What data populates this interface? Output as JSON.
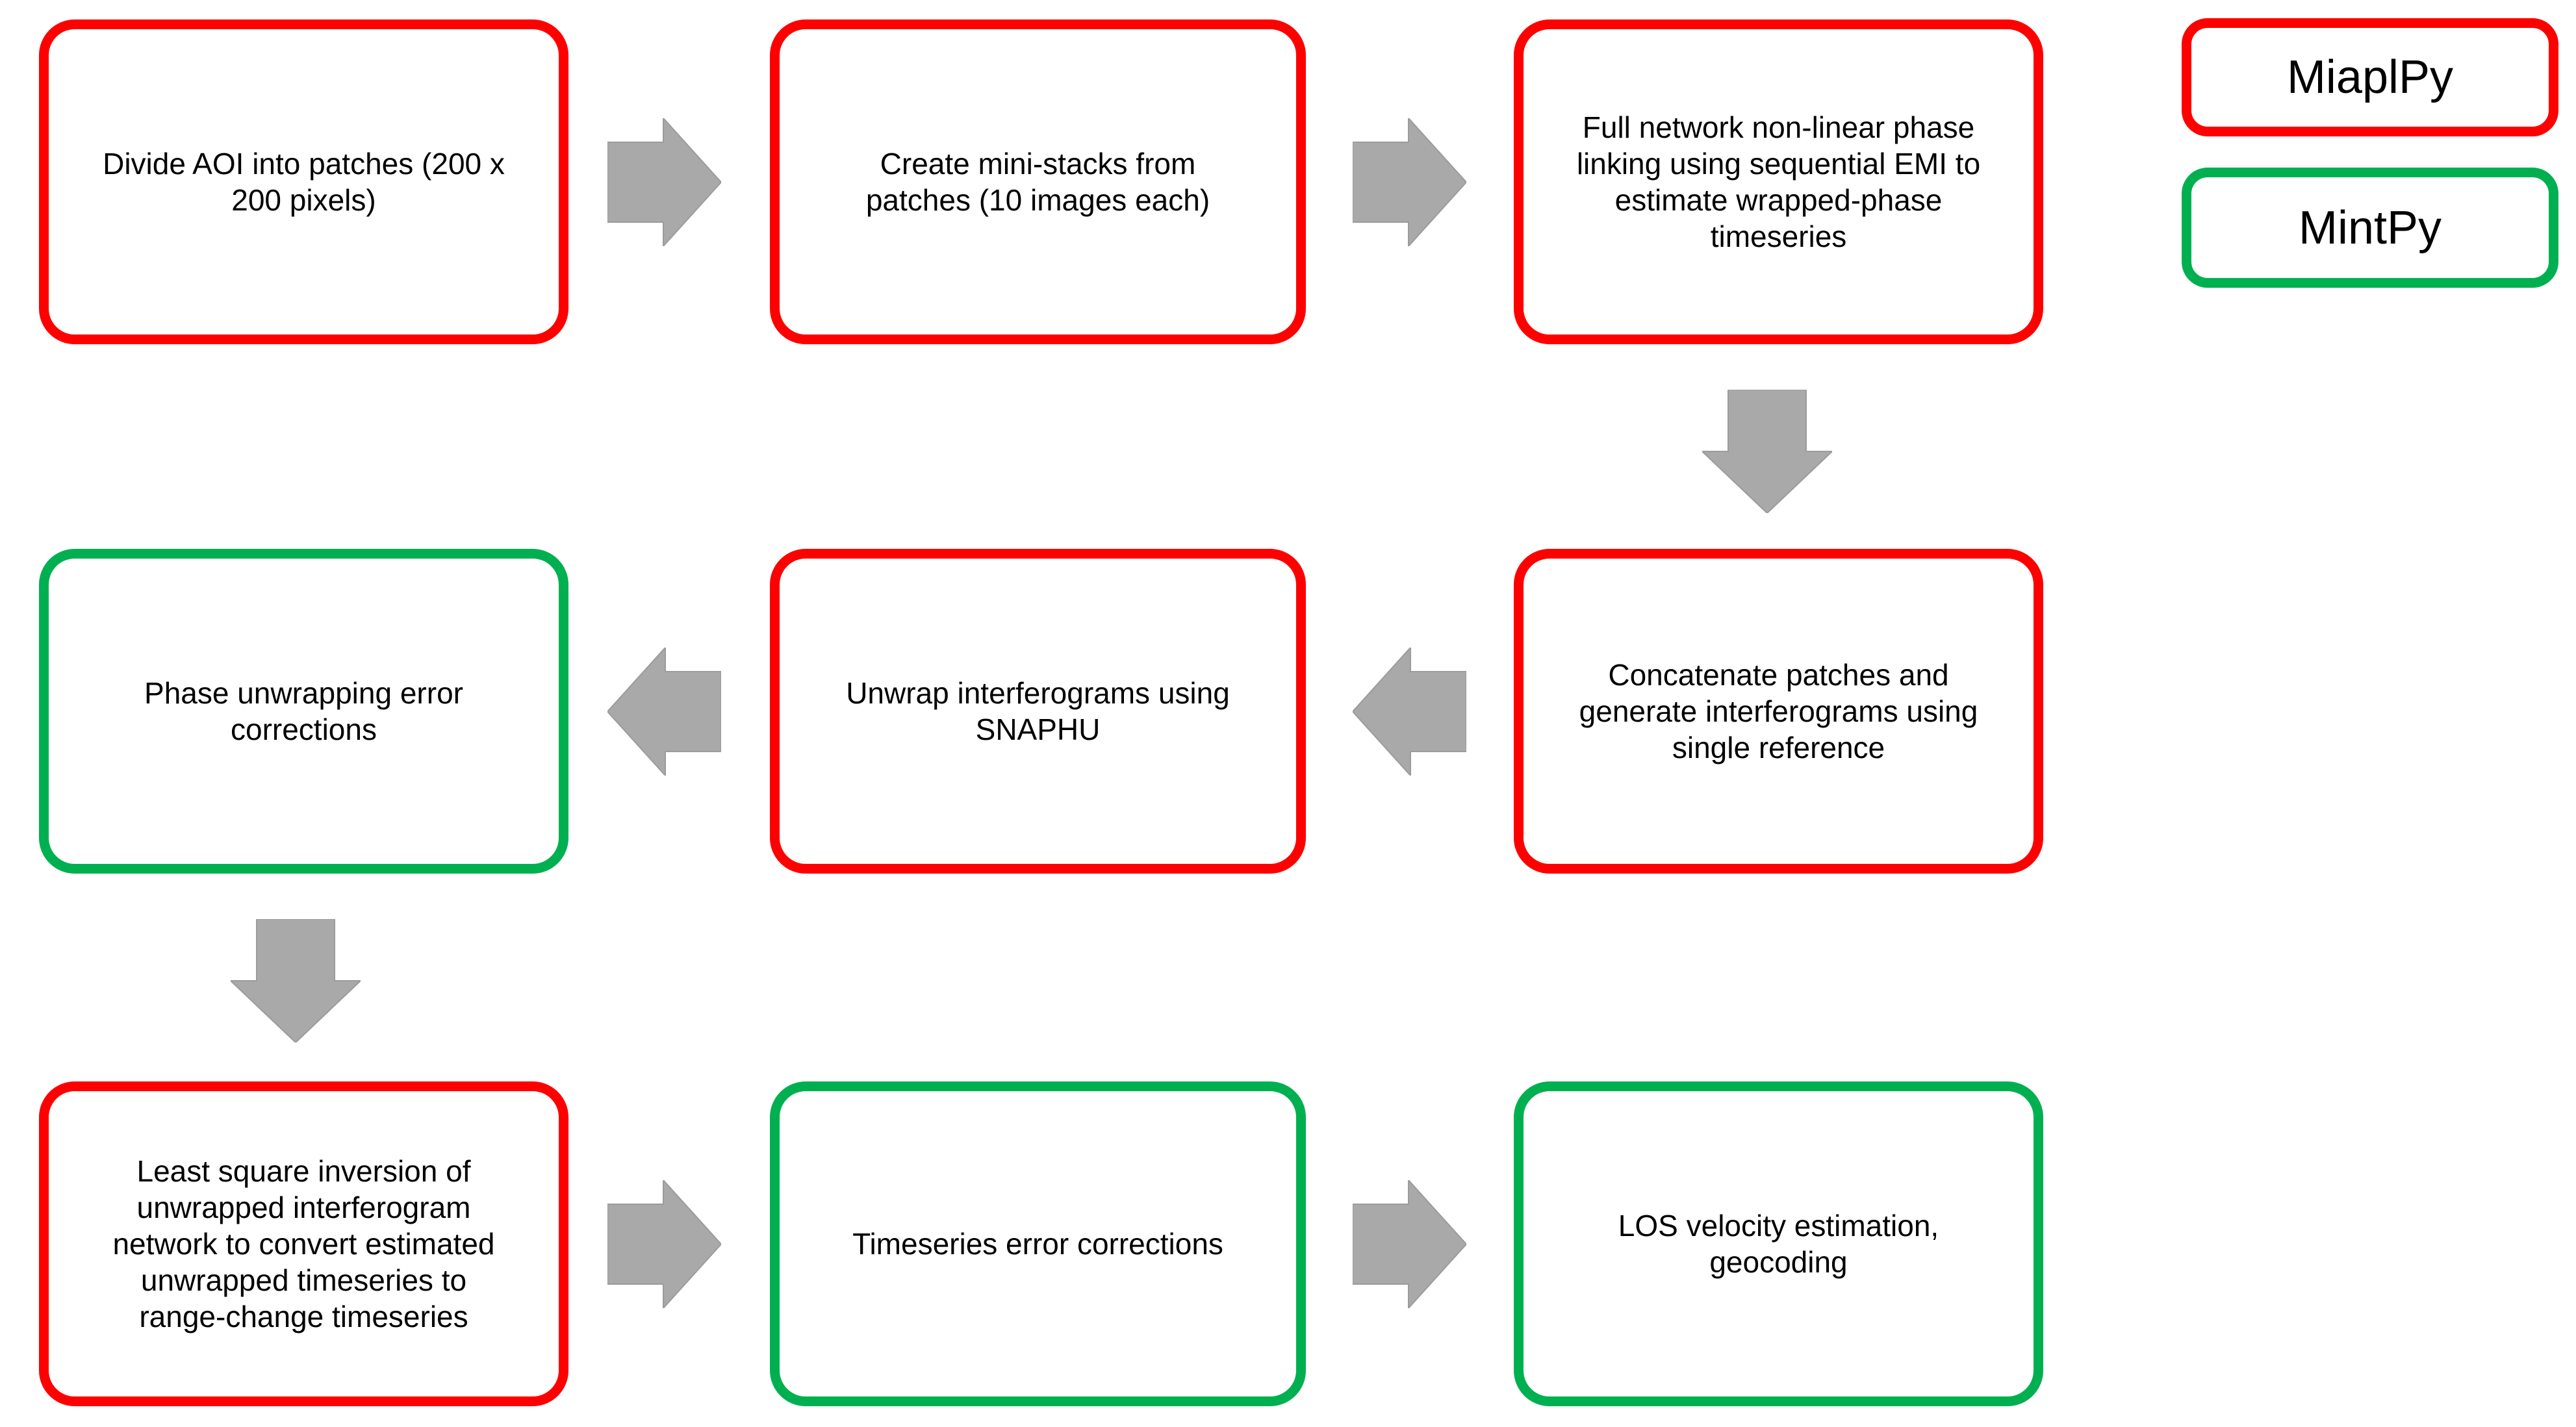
{
  "colors": {
    "miaplpy": "#fe0000",
    "mintpy": "#00b050",
    "arrow": "#a9a9a9",
    "text": "#000000",
    "background": "#ffffff"
  },
  "legend": {
    "miaplpy_label": "MiaplPy",
    "mintpy_label": "MintPy"
  },
  "steps": [
    {
      "id": "divide-aoi",
      "tool": "MiaplPy",
      "text": "Divide AOI into patches (200 x\n200 pixels)"
    },
    {
      "id": "create-ministacks",
      "tool": "MiaplPy",
      "text": "Create mini-stacks from\npatches (10 images each)"
    },
    {
      "id": "phase-linking",
      "tool": "MiaplPy",
      "text": "Full network non-linear phase\nlinking using sequential EMI to\nestimate wrapped-phase\ntimeseries"
    },
    {
      "id": "concatenate-patches",
      "tool": "MiaplPy",
      "text": "Concatenate patches and\ngenerate interferograms using\nsingle reference"
    },
    {
      "id": "unwrap-snaphu",
      "tool": "MiaplPy",
      "text": "Unwrap interferograms using\nSNAPHU"
    },
    {
      "id": "phase-unwrapping-error-corrections",
      "tool": "MintPy",
      "text": "Phase unwrapping error\ncorrections"
    },
    {
      "id": "least-square-inversion",
      "tool": "MiaplPy",
      "text": "Least square inversion of\nunwrapped interferogram\nnetwork to convert estimated\nunwrapped timeseries to\nrange-change timeseries"
    },
    {
      "id": "timeseries-error-corrections",
      "tool": "MintPy",
      "text": "Timeseries error corrections"
    },
    {
      "id": "los-velocity-geocoding",
      "tool": "MintPy",
      "text": "LOS velocity estimation,\ngeocoding"
    }
  ],
  "arrows": [
    {
      "direction": "right",
      "from": "divide-aoi",
      "to": "create-ministacks"
    },
    {
      "direction": "right",
      "from": "create-ministacks",
      "to": "phase-linking"
    },
    {
      "direction": "down",
      "from": "phase-linking",
      "to": "concatenate-patches"
    },
    {
      "direction": "left",
      "from": "concatenate-patches",
      "to": "unwrap-snaphu"
    },
    {
      "direction": "left",
      "from": "unwrap-snaphu",
      "to": "phase-unwrapping-error-corrections"
    },
    {
      "direction": "down",
      "from": "phase-unwrapping-error-corrections",
      "to": "least-square-inversion"
    },
    {
      "direction": "right",
      "from": "least-square-inversion",
      "to": "timeseries-error-corrections"
    },
    {
      "direction": "right",
      "from": "timeseries-error-corrections",
      "to": "los-velocity-geocoding"
    }
  ]
}
